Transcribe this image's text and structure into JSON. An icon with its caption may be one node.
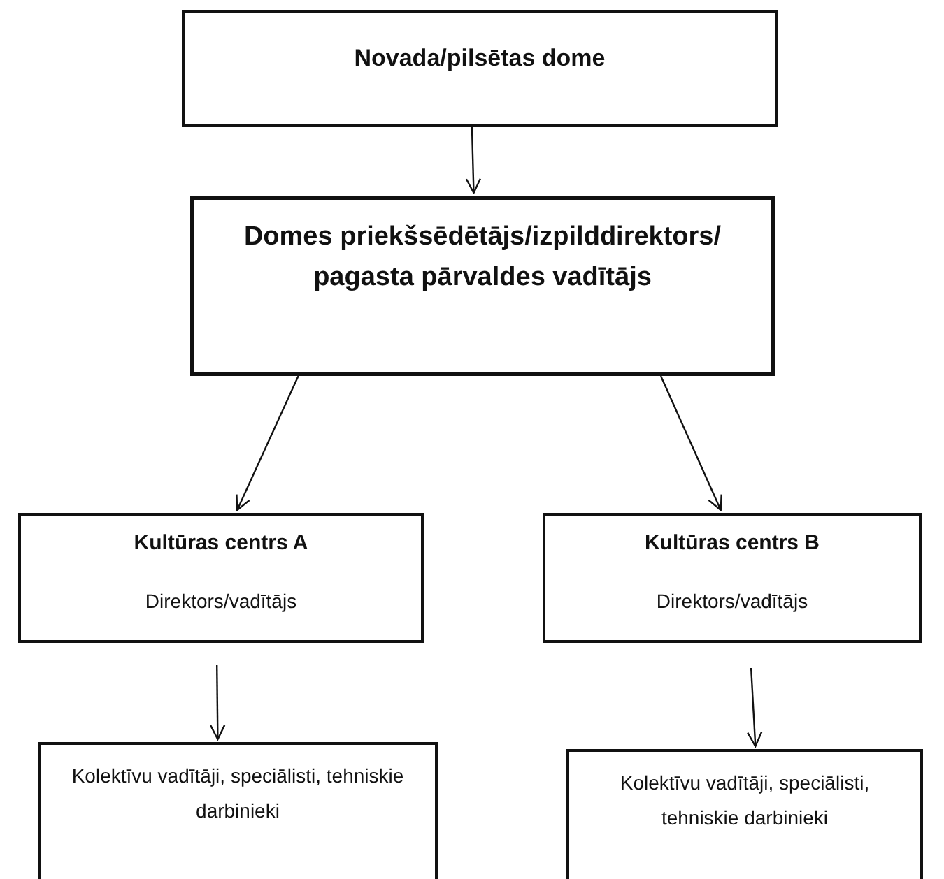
{
  "diagram": {
    "nodes": [
      {
        "text": [
          "Novada/pilsētas dome"
        ]
      },
      {
        "text": [
          "Domes priekšsēdētājs/izpilddirektors/ pagasta pārvaldes vadītājs"
        ]
      },
      {
        "text": [
          "Kultūras centrs A",
          "Direktors/vadītājs"
        ]
      },
      {
        "text": [
          "Kultūras centrs B",
          "Direktors/vadītājs"
        ]
      },
      {
        "text": [
          "Kolektīvu vadītāji, speciālisti, tehniskie darbinieki"
        ]
      },
      {
        "text": [
          "Kolektīvu vadītāji, speciālisti, tehniskie darbinieki"
        ]
      }
    ],
    "edges": [
      {
        "from": 0,
        "to": 1,
        "arrow": "to"
      },
      {
        "from": 1,
        "to": 2,
        "arrow": "to"
      },
      {
        "from": 1,
        "to": 3,
        "arrow": "to"
      },
      {
        "from": 2,
        "to": 4,
        "arrow": "to"
      },
      {
        "from": 3,
        "to": 5,
        "arrow": "to"
      }
    ]
  }
}
